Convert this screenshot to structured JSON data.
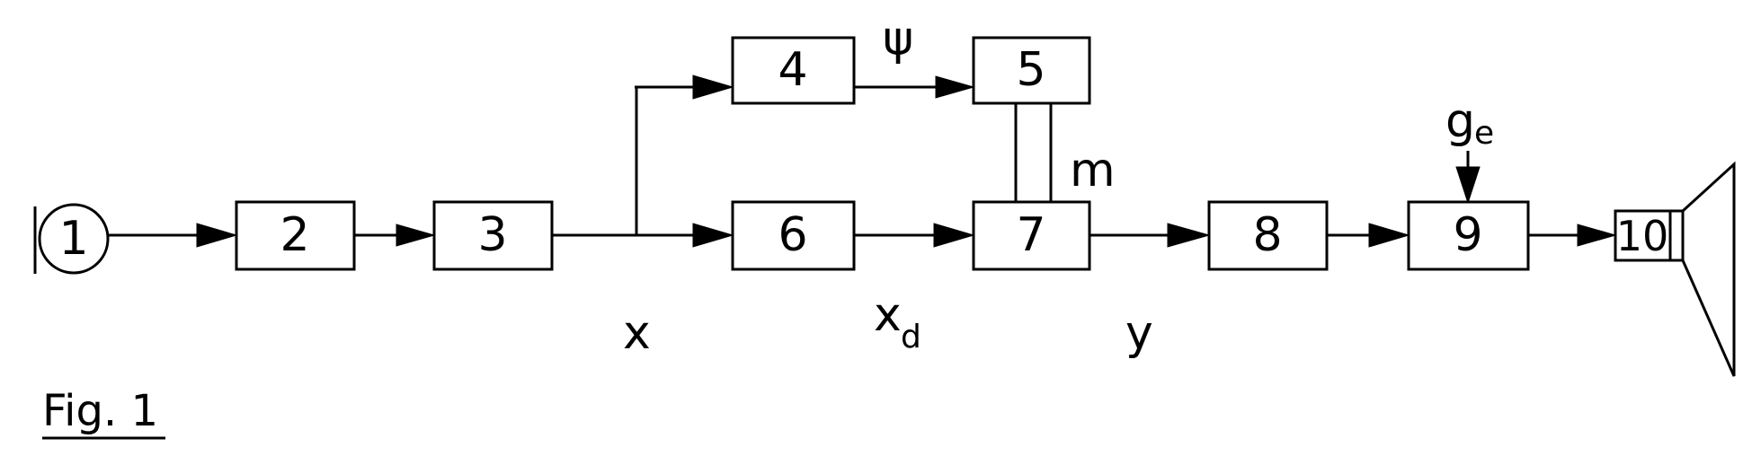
{
  "blocks": {
    "b1": "1",
    "b2": "2",
    "b3": "3",
    "b4": "4",
    "b5": "5",
    "b6": "6",
    "b7": "7",
    "b8": "8",
    "b9": "9",
    "b10": "10"
  },
  "signals": {
    "x": "x",
    "psi": "ψ",
    "m": "m",
    "xd_main": "x",
    "xd_sub": "d",
    "y": "y",
    "ge_main": "g",
    "ge_sub": "e"
  },
  "caption": "Fig. 1"
}
